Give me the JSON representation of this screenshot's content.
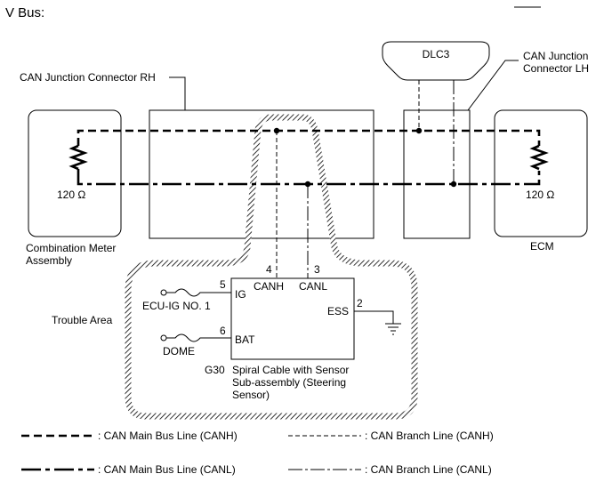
{
  "title": "V Bus:",
  "labels": {
    "can_junction_rh": "CAN Junction Connector RH",
    "can_junction_lh_1": "CAN Junction",
    "can_junction_lh_2": "Connector LH",
    "dlc3": "DLC3",
    "resistor_left": "120 Ω",
    "resistor_right": "120 Ω",
    "combination_meter_1": "Combination Meter",
    "combination_meter_2": "Assembly",
    "ecm": "ECM",
    "trouble_area": "Trouble Area",
    "ecu_ig": "ECU-IG NO. 1",
    "dome": "DOME",
    "g30": "G30",
    "spiral_cable_1": "Spiral Cable with Sensor",
    "spiral_cable_2": "Sub-assembly (Steering",
    "spiral_cable_3": "Sensor)"
  },
  "pins": {
    "canh_num": "4",
    "canl_num": "3",
    "canh": "CANH",
    "canl": "CANL",
    "ig_num": "5",
    "ig": "IG",
    "ess_num": "2",
    "ess": "ESS",
    "bat_num": "6",
    "bat": "BAT"
  },
  "legend": {
    "main_canh": ": CAN Main Bus Line (CANH)",
    "branch_canh": ": CAN Branch Line (CANH)",
    "main_canl": ": CAN Main Bus Line (CANL)",
    "branch_canl": ": CAN Branch Line (CANL)"
  }
}
